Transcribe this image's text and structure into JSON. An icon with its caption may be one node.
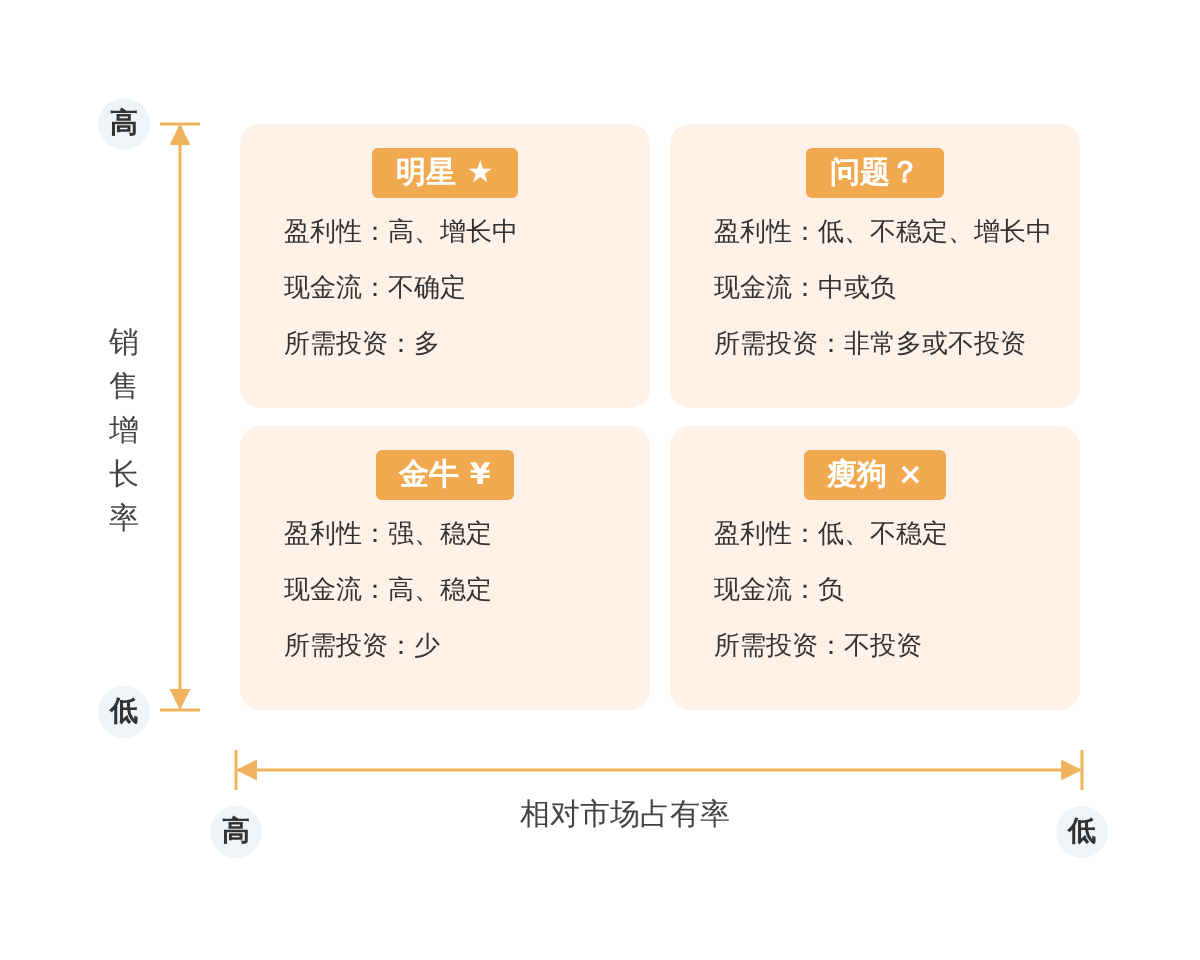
{
  "diagram": {
    "nodes": [
      {
        "text": [
          "明星 ★",
          "盈利性：高、增长中",
          "现金流：不确定",
          "所需投资：多"
        ]
      },
      {
        "text": [
          "问题？",
          "盈利性：低、不稳定、增长中",
          "现金流：中或负",
          "所需投资：非常多或不投资"
        ]
      },
      {
        "text": [
          "金牛 ¥",
          "盈利性：强、稳定",
          "现金流：高、稳定",
          "所需投资：少"
        ]
      },
      {
        "text": [
          "瘦狗 ×",
          "盈利性：低、不稳定",
          "现金流：负",
          "所需投资：不投资"
        ]
      }
    ],
    "edges": [],
    "labels": [
      "高",
      "销售增长率",
      "低",
      "高",
      "相对市场占有率",
      "低"
    ]
  }
}
